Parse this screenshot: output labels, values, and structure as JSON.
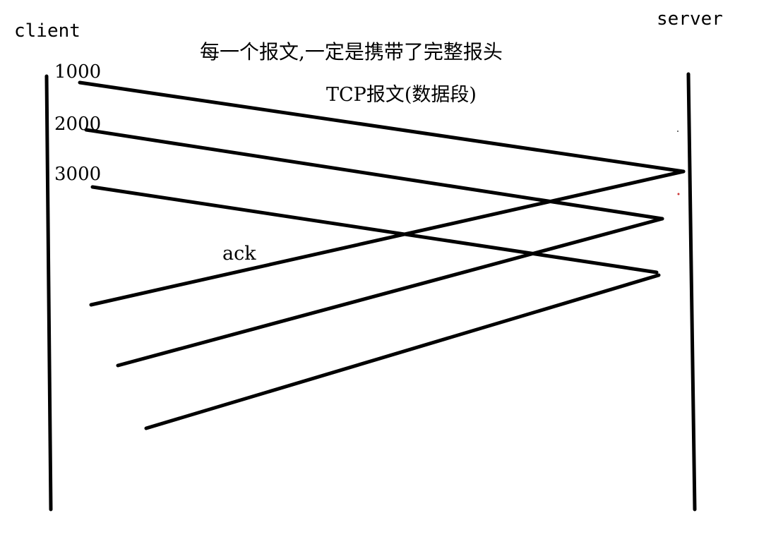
{
  "labels": {
    "client": "client",
    "server": "server",
    "title": "每一个报文,一定是携带了完整报头",
    "subtitle": "TCP报文(数据段)",
    "ack": "ack"
  },
  "sequence_numbers": [
    "1000",
    "2000",
    "3000"
  ],
  "colors": {
    "ink": "#000000",
    "background": "#ffffff",
    "speck": "#cc3333"
  }
}
